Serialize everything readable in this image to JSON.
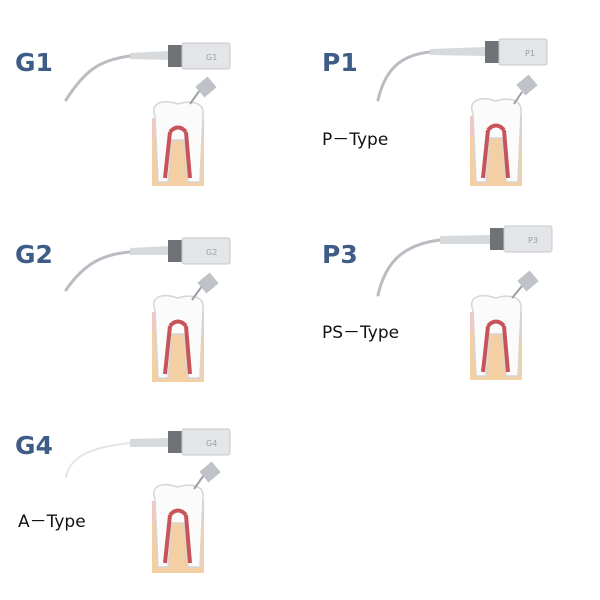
{
  "colors": {
    "label": "#3e5c85",
    "gum": "#f2d2c8",
    "root_fill": "#f4d2a8",
    "pulp": "#c8545a",
    "tooth_outline": "#d9d9d9",
    "metal": "#c9cdd2"
  },
  "tips": [
    {
      "id": "G1",
      "label": "G1",
      "engraving": "G1",
      "type_label": "",
      "icon": "curved-scaler-tip-icon"
    },
    {
      "id": "P1",
      "label": "P1",
      "engraving": "P1",
      "type_label": "P－Type",
      "icon": "long-curved-scaler-tip-icon"
    },
    {
      "id": "G2",
      "label": "G2",
      "engraving": "G2",
      "type_label": "",
      "icon": "curved-scaler-tip-icon"
    },
    {
      "id": "P3",
      "label": "P3",
      "engraving": "P3",
      "type_label": "PS－Type",
      "icon": "long-straight-scaler-tip-icon"
    },
    {
      "id": "G4",
      "label": "G4",
      "engraving": "G4",
      "type_label": "A－Type",
      "icon": "thin-curved-scaler-tip-icon"
    }
  ]
}
